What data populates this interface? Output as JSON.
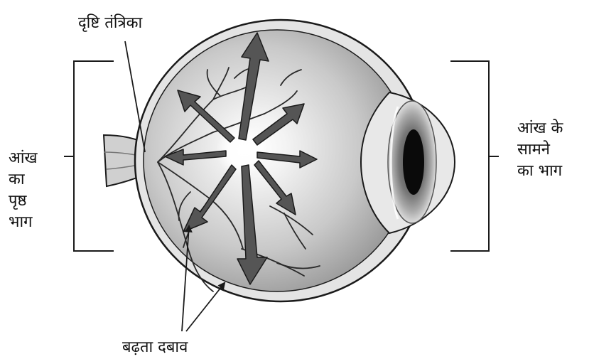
{
  "labels": {
    "optic_nerve": "दृष्टि तंत्रिका",
    "back_of_eye": [
      "आंख",
      "का",
      "पृष्ठ",
      "भाग"
    ],
    "front_of_eye": [
      "आंख के",
      "सामने",
      "का भाग"
    ],
    "increasing_pressure": "बढ़ता दबाव"
  },
  "colors": {
    "outline": "#1a1a1a",
    "eyeball_fill": "#cfcfcf",
    "sclera_fill": "#e6e6e6",
    "arrow_fill": "#555555",
    "vessel": "#333333",
    "iris": "#9a9a9a",
    "pupil": "#0a0a0a"
  }
}
